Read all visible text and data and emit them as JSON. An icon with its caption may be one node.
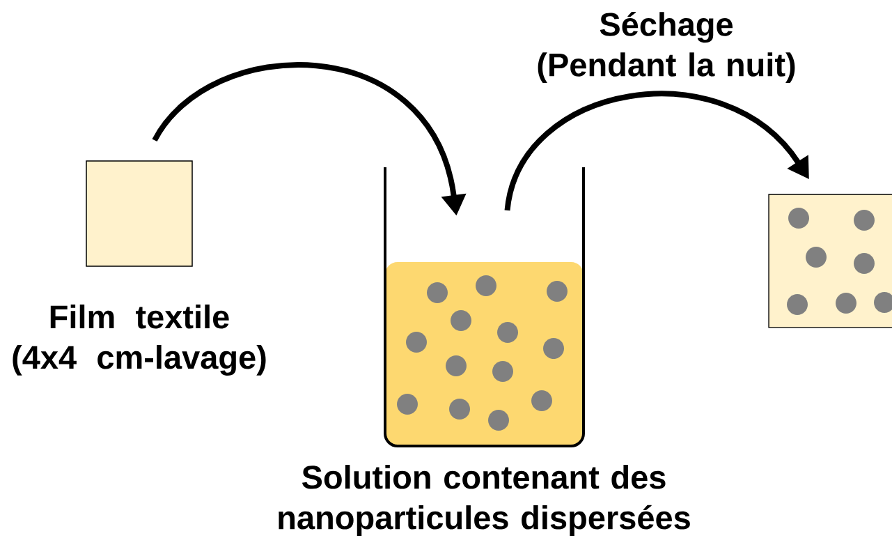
{
  "diagram": {
    "nodes": [
      {
        "text": [
          "Film textile (4x4 cm-lavage)"
        ]
      },
      {
        "text": [
          "Solution contenant des nanoparticules dispersées"
        ]
      },
      {
        "text": [],
        "shape": "box"
      }
    ],
    "edges": [
      {
        "from": 0,
        "to": 1,
        "arrow": "to"
      },
      {
        "from": 1,
        "to": 2,
        "arrow": "to",
        "label": "Séchage (Pendant la nuit)"
      }
    ]
  }
}
